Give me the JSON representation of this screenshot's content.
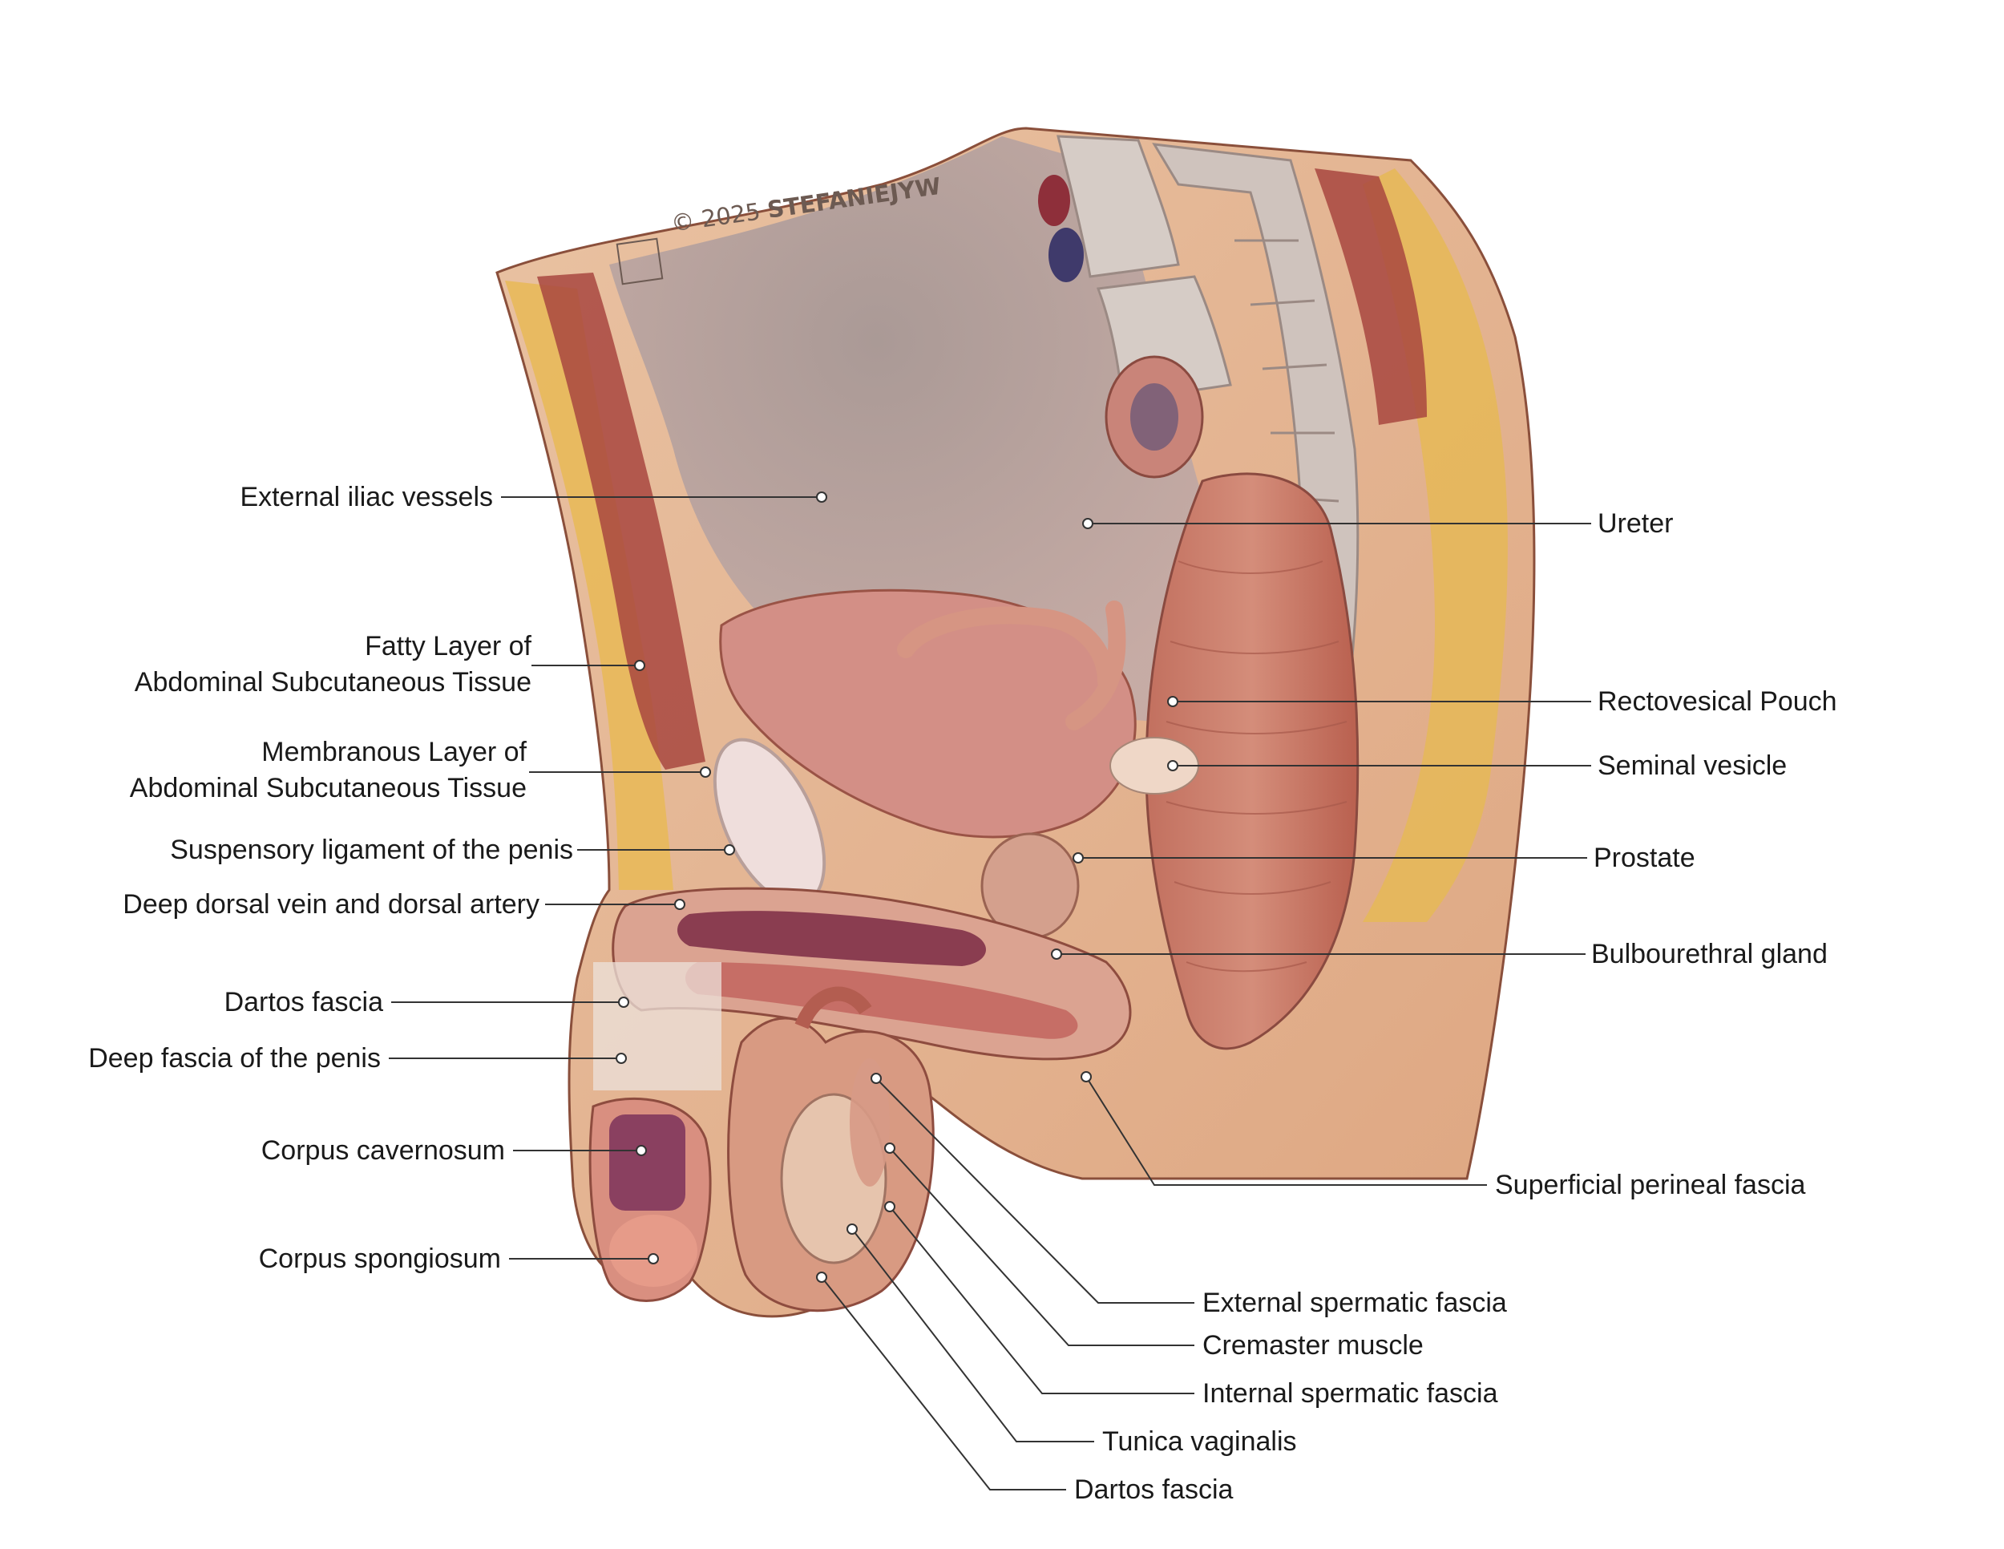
{
  "watermark": {
    "copyright": "© 2025",
    "artist": "STEFANIEJYW"
  },
  "labels": {
    "external_iliac_vessels": "External iliac vessels",
    "fatty_layer_line1": "Fatty Layer of",
    "fatty_layer_line2": "Abdominal Subcutaneous Tissue",
    "membranous_layer_line1": "Membranous Layer of",
    "membranous_layer_line2": "Abdominal Subcutaneous Tissue",
    "suspensory_ligament": "Suspensory ligament of the penis",
    "deep_dorsal_vein": "Deep dorsal vein and dorsal artery",
    "dartos_fascia_upper": "Dartos fascia",
    "deep_fascia_penis": "Deep fascia of the penis",
    "corpus_cavernosum": "Corpus cavernosum",
    "corpus_spongiosum": "Corpus spongiosum",
    "ureter": "Ureter",
    "rectovesical_pouch": "Rectovesical Pouch",
    "seminal_vesicle": "Seminal vesicle",
    "prostate": "Prostate",
    "bulbourethral_gland": "Bulbourethral gland",
    "superficial_perineal_fascia": "Superficial perineal fascia",
    "external_spermatic_fascia": "External spermatic fascia",
    "cremaster_muscle": "Cremaster muscle",
    "internal_spermatic_fascia": "Internal spermatic fascia",
    "tunica_vaginalis": "Tunica vaginalis",
    "dartos_fascia_lower": "Dartos fascia"
  },
  "colors": {
    "skin": "#e5b792",
    "fat": "#e7bb58",
    "muscle": "#b5574c",
    "cavity": "#b3a09e",
    "bone": "#d8cec8",
    "bladder": "#d28f87",
    "rectum": "#c87563",
    "leader_line": "#333333"
  }
}
